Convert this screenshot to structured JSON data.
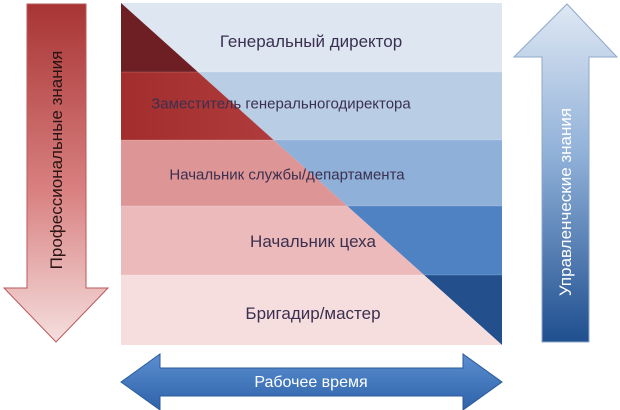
{
  "levels": [
    {
      "label": "Генеральный директор"
    },
    {
      "label": "Заместитель генеральногодиректора"
    },
    {
      "label": "Начальник службы/департамента"
    },
    {
      "label": "Начальник цеха"
    },
    {
      "label": "Бригадир/мастер"
    }
  ],
  "left_arrow": {
    "label": "Профессиональные знания",
    "color": "#b03a3a"
  },
  "right_arrow": {
    "label": "Управленческие знания",
    "color": "#2f5a96"
  },
  "bottom_arrow": {
    "label": "Рабочее время",
    "color": "#3a6cb0"
  }
}
